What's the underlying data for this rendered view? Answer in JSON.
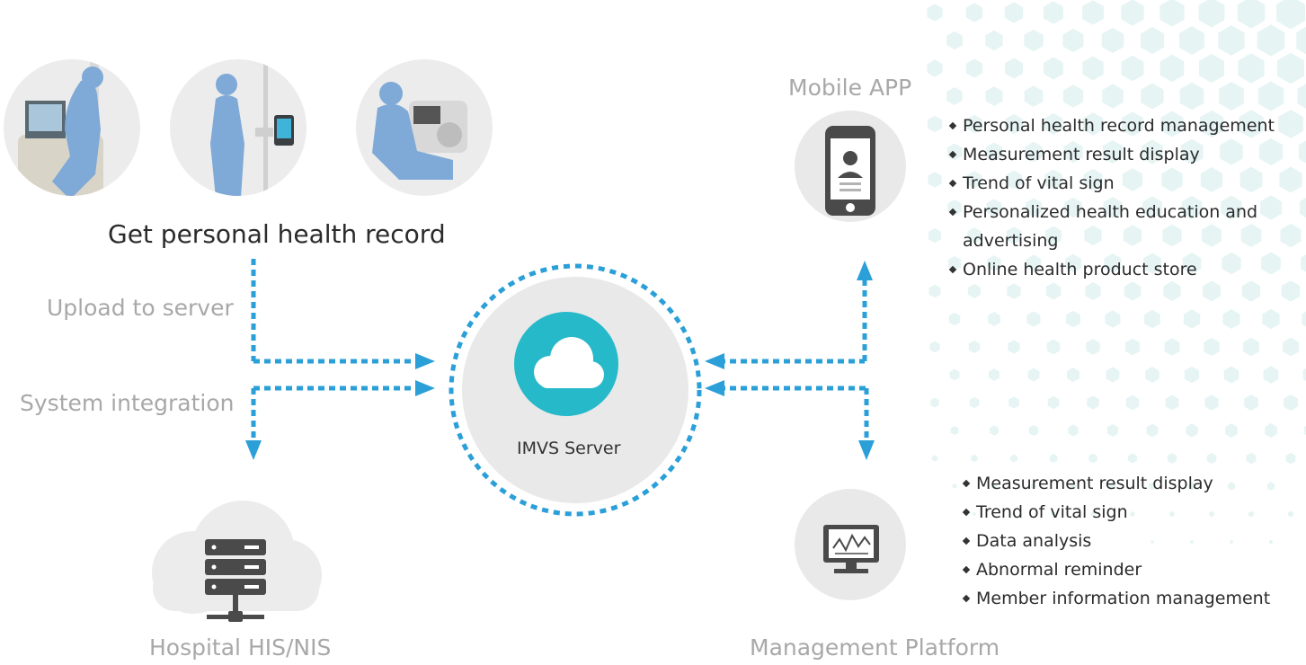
{
  "colors": {
    "accent": "#2a9fd8",
    "cloud_teal": "#26b9c9",
    "circle_gray": "#e9e9e9",
    "icon_dark": "#4a4a4a",
    "hex_teal": "#e6f4f4"
  },
  "top": {
    "images": [
      "kiosk-photo",
      "height-scale-photo",
      "blood-pressure-photo"
    ],
    "caption": "Get personal health record"
  },
  "flow_labels": {
    "upload": "Upload to server",
    "integration": "System integration"
  },
  "server": {
    "icon": "cloud-icon",
    "label": "IMVS Server"
  },
  "hospital": {
    "icon": "server-rack-icon",
    "label": "Hospital HIS/NIS"
  },
  "mobile": {
    "icon": "smartphone-icon",
    "title": "Mobile APP",
    "features": [
      "Personal health record management",
      "Measurement result display",
      "Trend of vital sign",
      "Personalized health education and",
      "advertising",
      "Online health product store"
    ]
  },
  "platform": {
    "icon": "monitor-icon",
    "title": "Management Platform",
    "features": [
      "Measurement result display",
      "Trend of vital sign",
      "Data analysis",
      "Abnormal reminder",
      "Member information management"
    ]
  }
}
